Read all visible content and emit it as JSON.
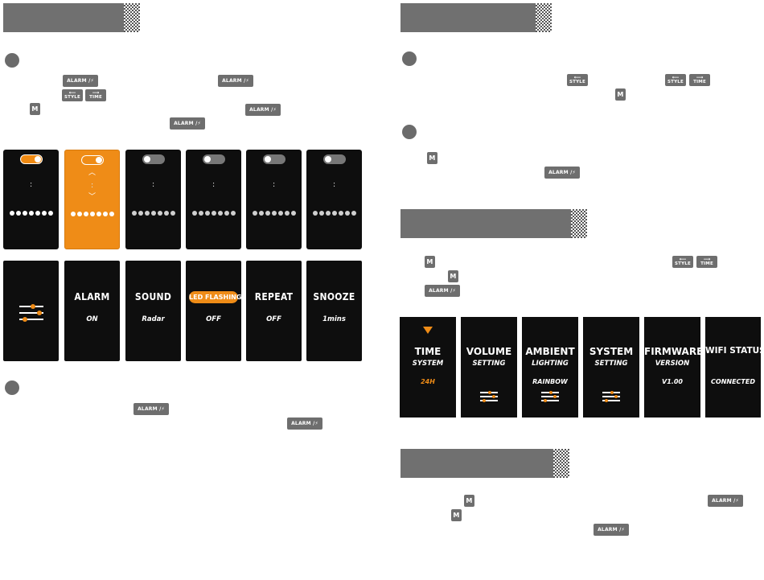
{
  "keys": {
    "m": "M",
    "alarm": "ALARM /",
    "alarm_symbol": "⚡",
    "style": "STYLE",
    "time": "TIME",
    "arrow_left": "⟵",
    "arrow_right": "⟶"
  },
  "alarm_panels": {
    "colon": ":",
    "chevron_up": "︿",
    "chevron_down": "﹀",
    "items": [
      {
        "toggle": "on",
        "active": false
      },
      {
        "toggle": "on",
        "active": true
      },
      {
        "toggle": "off",
        "active": false
      },
      {
        "toggle": "off",
        "active": false
      },
      {
        "toggle": "off",
        "active": false
      },
      {
        "toggle": "off",
        "active": false
      }
    ]
  },
  "alarm_menu": [
    {
      "title": "",
      "value": ""
    },
    {
      "title": "ALARM",
      "value": "ON"
    },
    {
      "title": "SOUND",
      "value": "Radar"
    },
    {
      "title": "LED FLASHING",
      "value": "OFF"
    },
    {
      "title": "REPEAT",
      "value": "OFF"
    },
    {
      "title": "SNOOZE",
      "value": "1mins"
    }
  ],
  "system_menu": [
    {
      "title": "TIME",
      "sub": "SYSTEM",
      "value": "24H"
    },
    {
      "title": "VOLUME",
      "sub": "SETTING",
      "value": ""
    },
    {
      "title": "AMBIENT",
      "sub": "LIGHTING",
      "value": "RAINBOW"
    },
    {
      "title": "SYSTEM",
      "sub": "SETTING",
      "value": ""
    },
    {
      "title": "FIRMWARE",
      "sub": "VERSION",
      "value": "V1.00"
    },
    {
      "title": "WIFI STATUS",
      "sub": "",
      "value": "CONNECTED"
    }
  ],
  "colors": {
    "accent": "#ef8c17",
    "panel": "#0e0e0e",
    "header": "#707070",
    "key": "#6e6e6e"
  }
}
